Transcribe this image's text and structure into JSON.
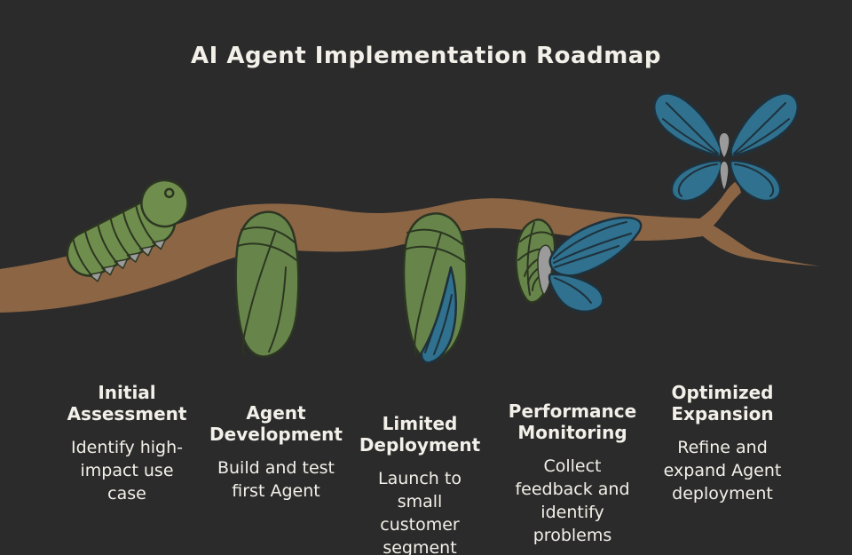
{
  "title": "AI Agent Implementation Roadmap",
  "stages": [
    {
      "id": "initial-assessment",
      "figure": "caterpillar-icon",
      "title": "Initial\nAssessment",
      "description": "Identify high-\nimpact use\ncase"
    },
    {
      "id": "agent-development",
      "figure": "chrysalis-icon",
      "title": "Agent\nDevelopment",
      "description": "Build and test\nfirst Agent"
    },
    {
      "id": "limited-deployment",
      "figure": "chrysalis-with-wing-icon",
      "title": "Limited\nDeployment",
      "description": "Launch to\nsmall\ncustomer\nsegment"
    },
    {
      "id": "performance-monitoring",
      "figure": "emerging-butterfly-icon",
      "title": "Performance\nMonitoring",
      "description": "Collect\nfeedback and\nidentify\nproblems"
    },
    {
      "id": "optimized-expansion",
      "figure": "butterfly-icon",
      "title": "Optimized\nExpansion",
      "description": "Refine and\nexpand Agent\ndeployment"
    }
  ],
  "colors": {
    "background": "#2b2b2b",
    "branch": "#8b6544",
    "caterpillar_green": "#6f8d4c",
    "chrysalis_green": "#67854a",
    "butterfly_blue": "#2f718e",
    "body_gray": "#9b9b9b",
    "outline_green": "#2c3622",
    "outline_blue": "#1f313c",
    "text": "#f3f0e9"
  }
}
